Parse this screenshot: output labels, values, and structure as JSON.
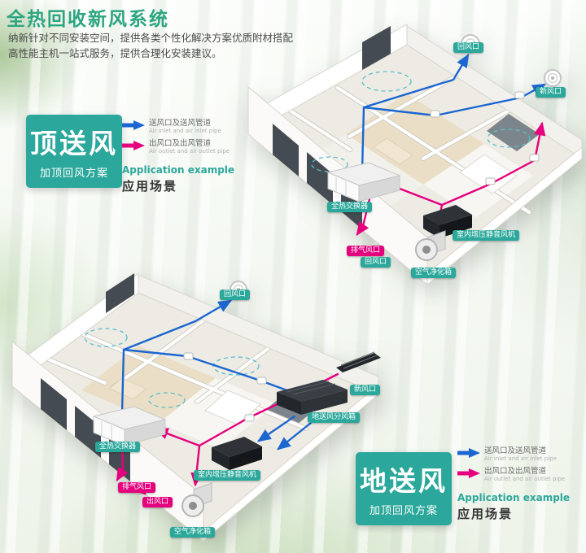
{
  "header": {
    "title": "全热回收新风系统",
    "subtitle_line1": "纳新针对不同安装空间，提供各类个性化解决方案优质附材搭配",
    "subtitle_line2": "高性能主机一站式服务，提供合理化安装建议。"
  },
  "colors": {
    "brand_teal": "#2BA89B",
    "supply_blue": "#1B66D1",
    "return_pink": "#E5007D"
  },
  "legend": {
    "supply_label": "送风口及送风管道",
    "supply_label_en": "Air inlet and air inlet pipe",
    "return_label": "出风口及出风管道",
    "return_label_en": "Air outlet and air outlet pipe",
    "application_en": "Application example",
    "application_cn": "应用场景"
  },
  "scheme_top": {
    "name": "顶送风",
    "sub": "加顶回风方案"
  },
  "scheme_bottom": {
    "name": "地送风",
    "sub": "加顶回风方案"
  },
  "diagram_top": {
    "tags": [
      "回风口",
      "新风口",
      "全热交换器",
      "室内增压静音风机",
      "排气风口",
      "回风口",
      "空气净化箱"
    ]
  },
  "diagram_bottom": {
    "tags": [
      "回风口",
      "新风口",
      "地送风分风箱",
      "全热交换器",
      "室内增压静音风机",
      "排气风口",
      "出风口",
      "空气净化箱"
    ]
  }
}
